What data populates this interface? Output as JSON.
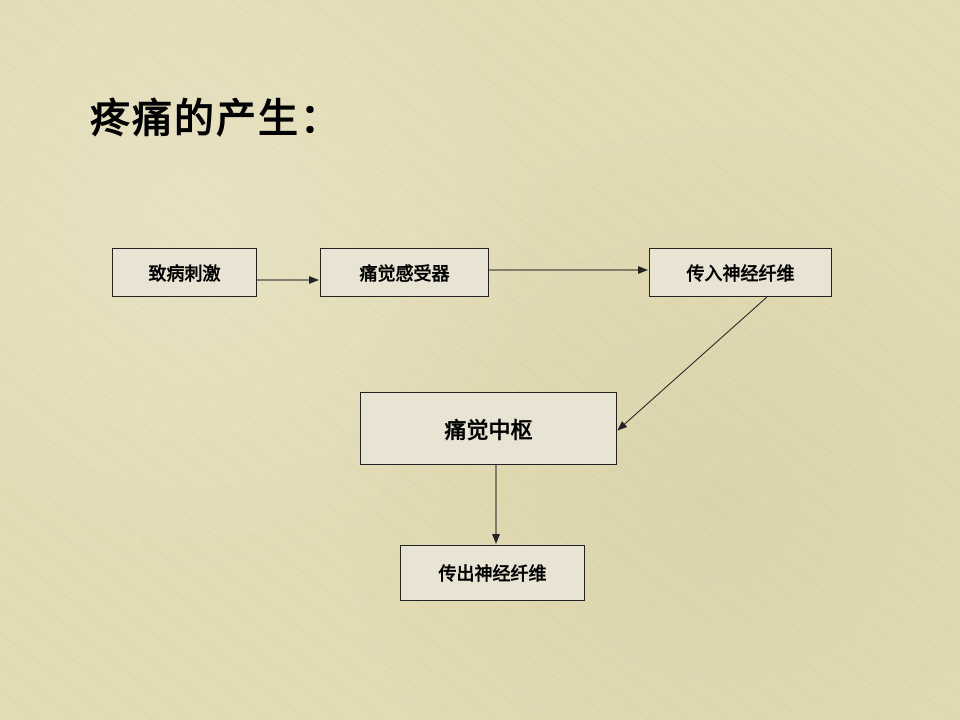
{
  "title": "疼痛的产生：",
  "nodes": {
    "stimulus": "致病刺激",
    "receptor": "痛觉感受器",
    "afferent": "传入神经纤维",
    "center": "痛觉中枢",
    "efferent": "传出神经纤维"
  },
  "colors": {
    "background": "#e2dbb4",
    "box_fill": "#e8e3d2",
    "line": "#222222"
  }
}
